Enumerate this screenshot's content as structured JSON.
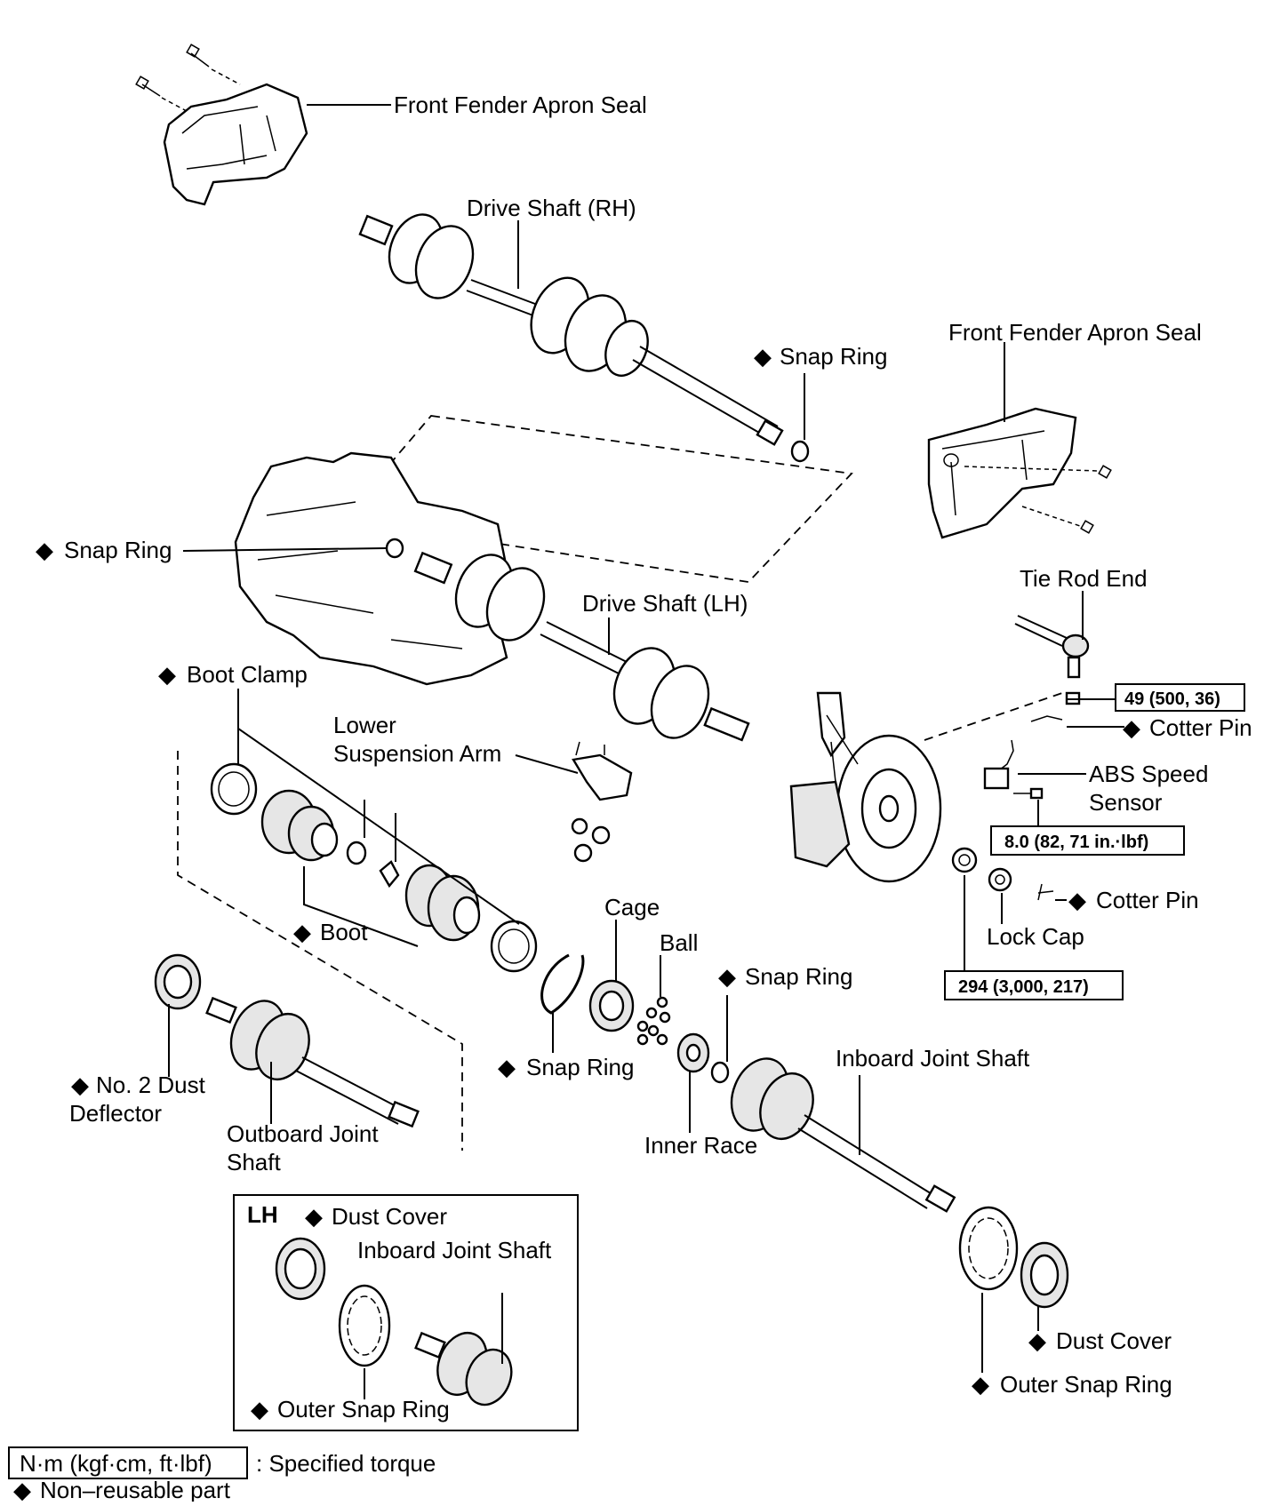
{
  "labels": {
    "fender_seal_top": "Front Fender Apron Seal",
    "drive_shaft_rh": "Drive Shaft (RH)",
    "snap_ring_upper": "Snap Ring",
    "fender_seal_right": "Front Fender Apron Seal",
    "snap_ring_left": "Snap Ring",
    "drive_shaft_lh": "Drive Shaft (LH)",
    "tie_rod_end": "Tie Rod End",
    "boot_clamp": "Boot Clamp",
    "lower_susp_arm_1": "Lower",
    "lower_susp_arm_2": "Suspension Arm",
    "cotter_pin_upper": "Cotter Pin",
    "abs_sensor_1": "ABS Speed",
    "abs_sensor_2": "Sensor",
    "cage": "Cage",
    "ball": "Ball",
    "boot": "Boot",
    "snap_ring_mid": "Snap Ring",
    "cotter_pin_lower": "Cotter Pin",
    "lock_cap": "Lock Cap",
    "snap_ring_lower": "Snap Ring",
    "inboard_joint_shaft": "Inboard Joint Shaft",
    "no2_dust_deflector_1": "No. 2 Dust",
    "no2_dust_deflector_2": "Deflector",
    "outboard_joint_shaft_1": "Outboard Joint",
    "outboard_joint_shaft_2": "Shaft",
    "inner_race": "Inner Race",
    "lh_title": "LH",
    "lh_dust_cover": "Dust Cover",
    "lh_inboard_joint_shaft": "Inboard Joint Shaft",
    "lh_outer_snap_ring": "Outer Snap Ring",
    "dust_cover_right": "Dust Cover",
    "outer_snap_ring_right": "Outer Snap Ring"
  },
  "torque": {
    "tie_rod_nut": "49 (500, 36)",
    "abs_bolt": "8.0 (82, 71 in.·lbf)",
    "hub_nut": "294 (3,000, 217)"
  },
  "legend": {
    "torque_box": "N·m (kgf·cm, ft·lbf)",
    "torque_desc": ": Specified torque",
    "non_reusable": "Non–reusable part"
  },
  "symbols": {
    "non_reusable": "◆"
  }
}
